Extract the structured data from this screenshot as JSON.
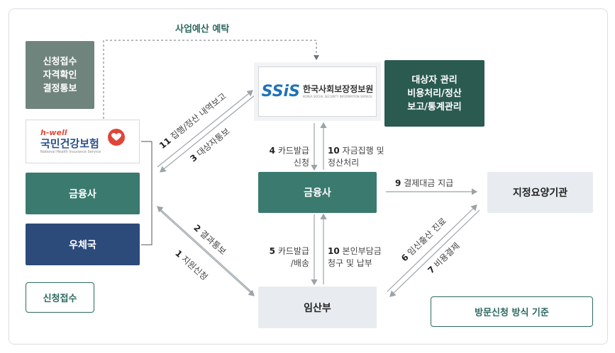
{
  "top_label": "사업예산 예탁",
  "nhis": {
    "tasks": "신청접수\n자격확인\n결정통보",
    "brand": "h-well",
    "name_ko": "국민건강보험",
    "name_en": "National Health Insurance Service"
  },
  "ssis": {
    "logo": "SSiS",
    "name_ko": "한국사회보장정보원",
    "name_en": "KOREA SOCIAL SECURITY INFORMATION SERVICE",
    "tasks": "대상자 관리\n비용처리/정산\n보고/통계관리"
  },
  "left_bank": "금융사",
  "post_office": "우체국",
  "center_bank": "금융사",
  "institution": "지정요양기관",
  "pregnant": "임산부",
  "badge_left": "신청접수",
  "badge_right": "방문신청 방식 기준",
  "flows": {
    "f11": {
      "num": "11",
      "text": "집행/정산 내역보고"
    },
    "f3": {
      "num": "3",
      "text": "대상자통보"
    },
    "f2": {
      "num": "2",
      "text": "결과통보"
    },
    "f1": {
      "num": "1",
      "text": "지원신청"
    },
    "f4": {
      "num": "4",
      "text": "카드발급\n신청"
    },
    "f10a": {
      "num": "10",
      "text": "자금집행 및\n정산처리"
    },
    "f9": {
      "num": "9",
      "text": "결제대금 지급"
    },
    "f5": {
      "num": "5",
      "text": "카드발급\n/배송"
    },
    "f10b": {
      "num": "10",
      "text": "본인부담금\n청구 및 납부"
    },
    "f6": {
      "num": "6",
      "text": "임신출산 진료"
    },
    "f7": {
      "num": "7",
      "text": "비용결제"
    }
  },
  "colors": {
    "teal": "#3b7a6f",
    "navy": "#2c4a7a",
    "dark_green": "#2a5a50",
    "gray_green": "#6f847d",
    "light_gray": "#e8ecf0",
    "arrow": "#9aa3a8"
  }
}
